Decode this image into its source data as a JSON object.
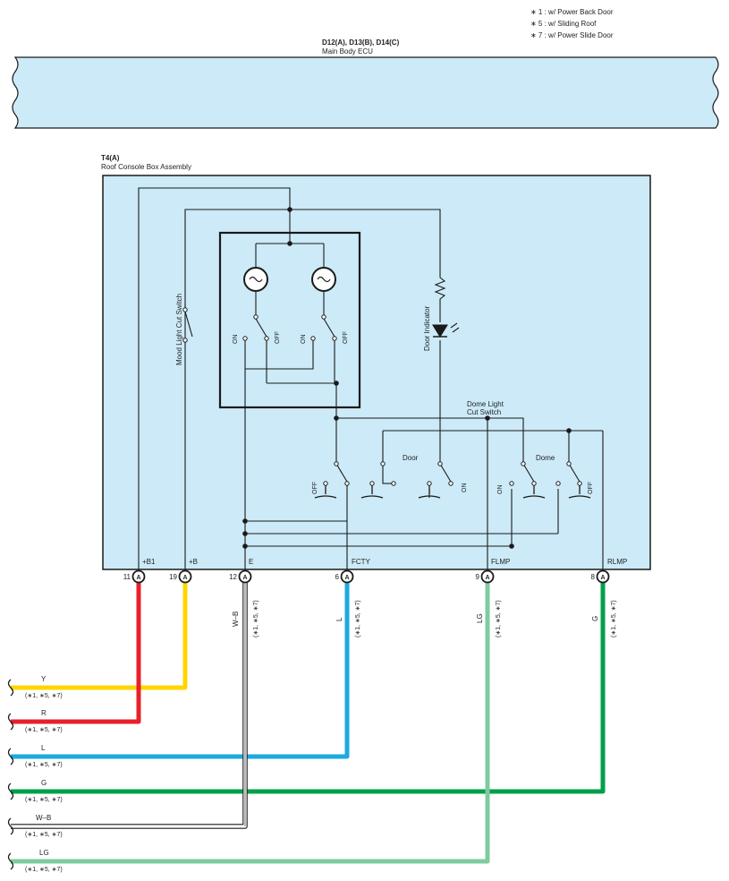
{
  "notes": [
    "∗ 1 : w/ Power Back Door",
    "∗ 5 : w/ Sliding Roof",
    "∗ 7 : w/ Power Slide Door"
  ],
  "ecu": {
    "connectors": "D12(A), D13(B), D14(C)",
    "name": "Main Body ECU"
  },
  "assembly": {
    "code": "T4(A)",
    "name": "Roof Console Box Assembly"
  },
  "labels": {
    "mood_switch": "Mood Light Cut Switch",
    "door_indicator": "Door Indicator",
    "dome_light_cut_1": "Dome Light",
    "dome_light_cut_2": "Cut Switch",
    "door": "Door",
    "dome": "Dome",
    "on": "ON",
    "off": "OFF"
  },
  "pins": [
    {
      "num": "11",
      "name": "+B1",
      "conn": "A"
    },
    {
      "num": "19",
      "name": "+B",
      "conn": "A"
    },
    {
      "num": "12",
      "name": "E",
      "conn": "A"
    },
    {
      "num": "6",
      "name": "FCTY",
      "conn": "A"
    },
    {
      "num": "9",
      "name": "FLMP",
      "conn": "A"
    },
    {
      "num": "8",
      "name": "RLMP",
      "conn": "A"
    }
  ],
  "wire_labels": {
    "e": "W–B",
    "fcty": "L",
    "flmp": "LG",
    "rlmp": "G",
    "note": "(∗1, ∗5, ∗7)"
  },
  "wires": [
    {
      "color_code": "Y",
      "note": "(∗1, ∗5, ∗7)",
      "color": "#ffd500"
    },
    {
      "color_code": "R",
      "note": "(∗1, ∗5, ∗7)",
      "color": "#e8202a"
    },
    {
      "color_code": "L",
      "note": "(∗1, ∗5, ∗7)",
      "color": "#1ba9e1"
    },
    {
      "color_code": "G",
      "note": "(∗1, ∗5, ∗7)",
      "color": "#00a04a"
    },
    {
      "color_code": "W–B",
      "note": "(∗1, ∗5, ∗7)",
      "color": "#ffffff"
    },
    {
      "color_code": "LG",
      "note": "(∗1, ∗5, ∗7)",
      "color": "#7fcba0"
    }
  ],
  "colors": {
    "box_fill": "#cceaf8",
    "line": "#1a1a1a"
  }
}
